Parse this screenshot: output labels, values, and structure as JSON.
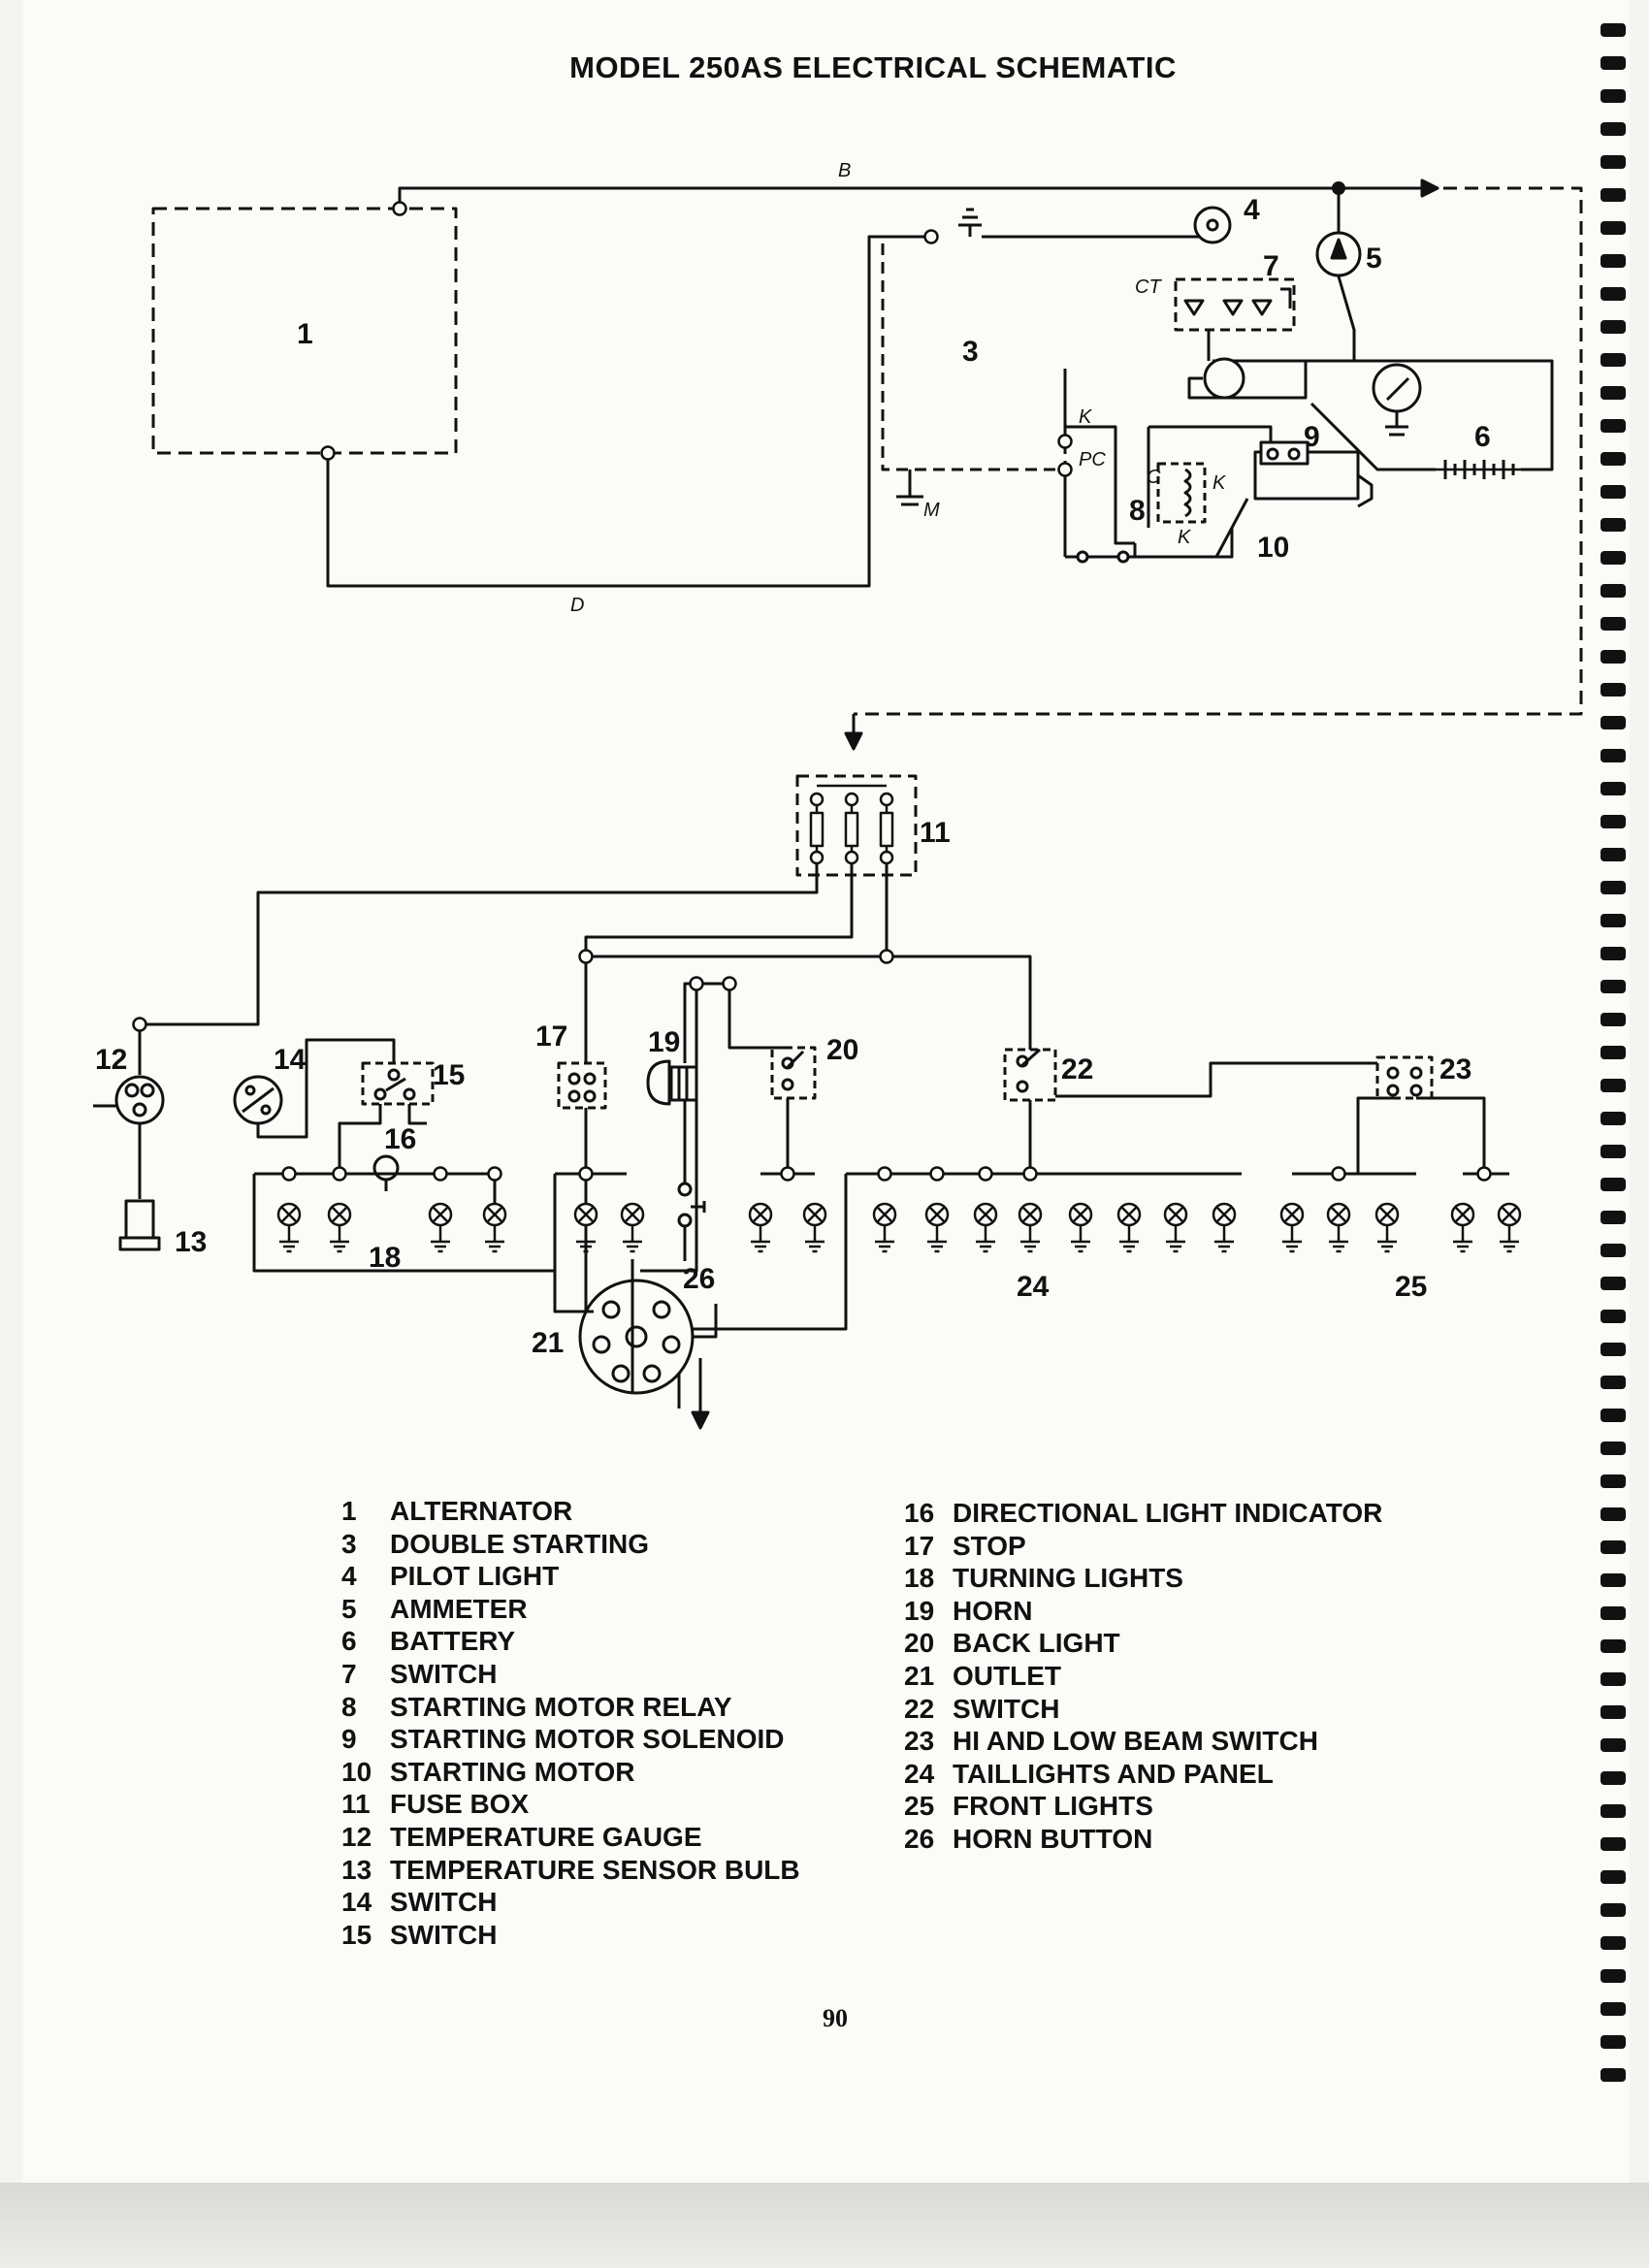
{
  "title": "MODEL 250AS ELECTRICAL SCHEMATIC",
  "page_number": "90",
  "diagram": {
    "wire_labels": [
      "B",
      "D",
      "K",
      "PC",
      "CT",
      "M",
      "C",
      "K",
      "K"
    ],
    "component_numbers": [
      "1",
      "3",
      "4",
      "5",
      "6",
      "7",
      "8",
      "9",
      "10",
      "11",
      "12",
      "13",
      "14",
      "15",
      "16",
      "17",
      "18",
      "19",
      "20",
      "21",
      "22",
      "23",
      "24",
      "25",
      "26"
    ]
  },
  "legend_left": [
    {
      "num": "1",
      "label": "ALTERNATOR"
    },
    {
      "num": "3",
      "label": "DOUBLE STARTING"
    },
    {
      "num": "4",
      "label": "PILOT LIGHT"
    },
    {
      "num": "5",
      "label": "AMMETER"
    },
    {
      "num": "6",
      "label": "BATTERY"
    },
    {
      "num": "7",
      "label": "SWITCH"
    },
    {
      "num": "8",
      "label": "STARTING MOTOR RELAY"
    },
    {
      "num": "9",
      "label": "STARTING MOTOR SOLENOID"
    },
    {
      "num": "10",
      "label": "STARTING MOTOR"
    },
    {
      "num": "11",
      "label": "FUSE BOX"
    },
    {
      "num": "12",
      "label": "TEMPERATURE GAUGE"
    },
    {
      "num": "13",
      "label": "TEMPERATURE SENSOR BULB"
    },
    {
      "num": "14",
      "label": "SWITCH"
    },
    {
      "num": "15",
      "label": "SWITCH"
    }
  ],
  "legend_right": [
    {
      "num": "16",
      "label": "DIRECTIONAL LIGHT INDICATOR"
    },
    {
      "num": "17",
      "label": "STOP"
    },
    {
      "num": "18",
      "label": "TURNING LIGHTS"
    },
    {
      "num": "19",
      "label": "HORN"
    },
    {
      "num": "20",
      "label": "BACK LIGHT"
    },
    {
      "num": "21",
      "label": "OUTLET"
    },
    {
      "num": "22",
      "label": "SWITCH"
    },
    {
      "num": "23",
      "label": "HI AND LOW BEAM SWITCH"
    },
    {
      "num": "24",
      "label": "TAILLIGHTS AND PANEL"
    },
    {
      "num": "25",
      "label": "FRONT LIGHTS"
    },
    {
      "num": "26",
      "label": "HORN BUTTON"
    }
  ]
}
